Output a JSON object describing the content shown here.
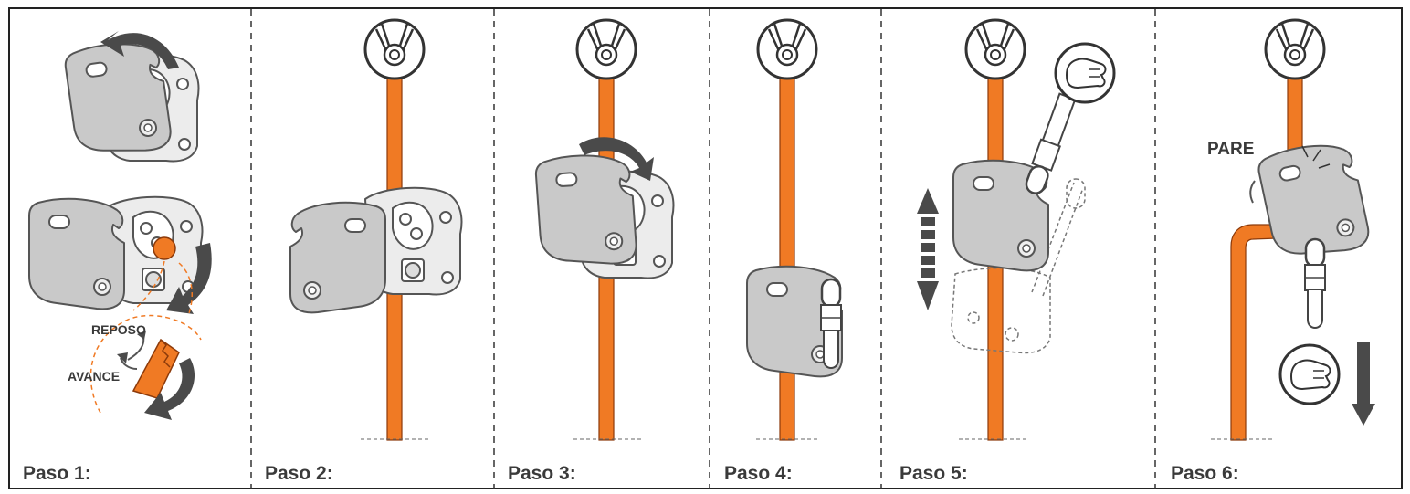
{
  "steps": [
    {
      "label": "Paso 1:"
    },
    {
      "label": "Paso 2:"
    },
    {
      "label": "Paso 3:"
    },
    {
      "label": "Paso 4:"
    },
    {
      "label": "Paso 5:"
    },
    {
      "label": "Paso 6:"
    }
  ],
  "annotations": {
    "reposo": "REPOSO",
    "avance": "AVANCE",
    "pare": "PARE"
  },
  "colors": {
    "rope": "#f07a24",
    "device": "#c9c9c9",
    "arrow": "#4a4a4a",
    "outline": "#333333"
  }
}
